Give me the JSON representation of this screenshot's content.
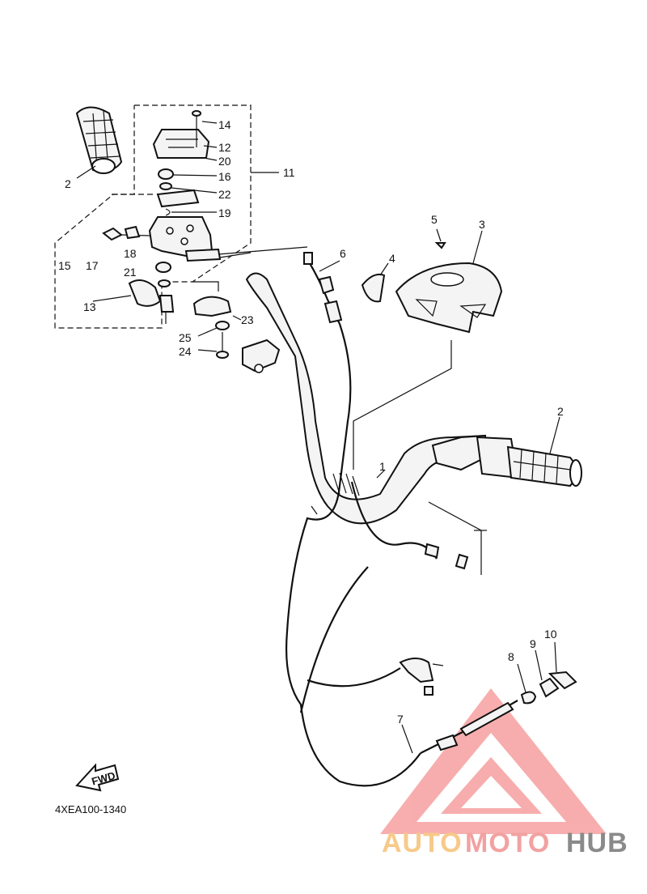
{
  "diagram": {
    "part_labels": {
      "p1": "1",
      "p2a": "2",
      "p2b": "2",
      "p3": "3",
      "p4": "4",
      "p5": "5",
      "p6": "6",
      "p7": "7",
      "p8": "8",
      "p9": "9",
      "p10": "10",
      "p11": "11",
      "p12": "12",
      "p13": "13",
      "p14": "14",
      "p15": "15",
      "p16": "16",
      "p17": "17",
      "p18": "18",
      "p19": "19",
      "p20": "20",
      "p21": "21",
      "p22": "22",
      "p23": "23",
      "p24": "24",
      "p25": "25"
    },
    "diagram_code": "4XEA100-1340",
    "fwd_label": "FWD"
  },
  "watermark": {
    "word_a": "AUTO",
    "word_b": "MOTO",
    "word_c": "HUB",
    "colors": {
      "a": "#f7c98a",
      "b": "#f2a1a1",
      "c": "#9a9a9a",
      "triangle": "#f26b6b"
    }
  }
}
